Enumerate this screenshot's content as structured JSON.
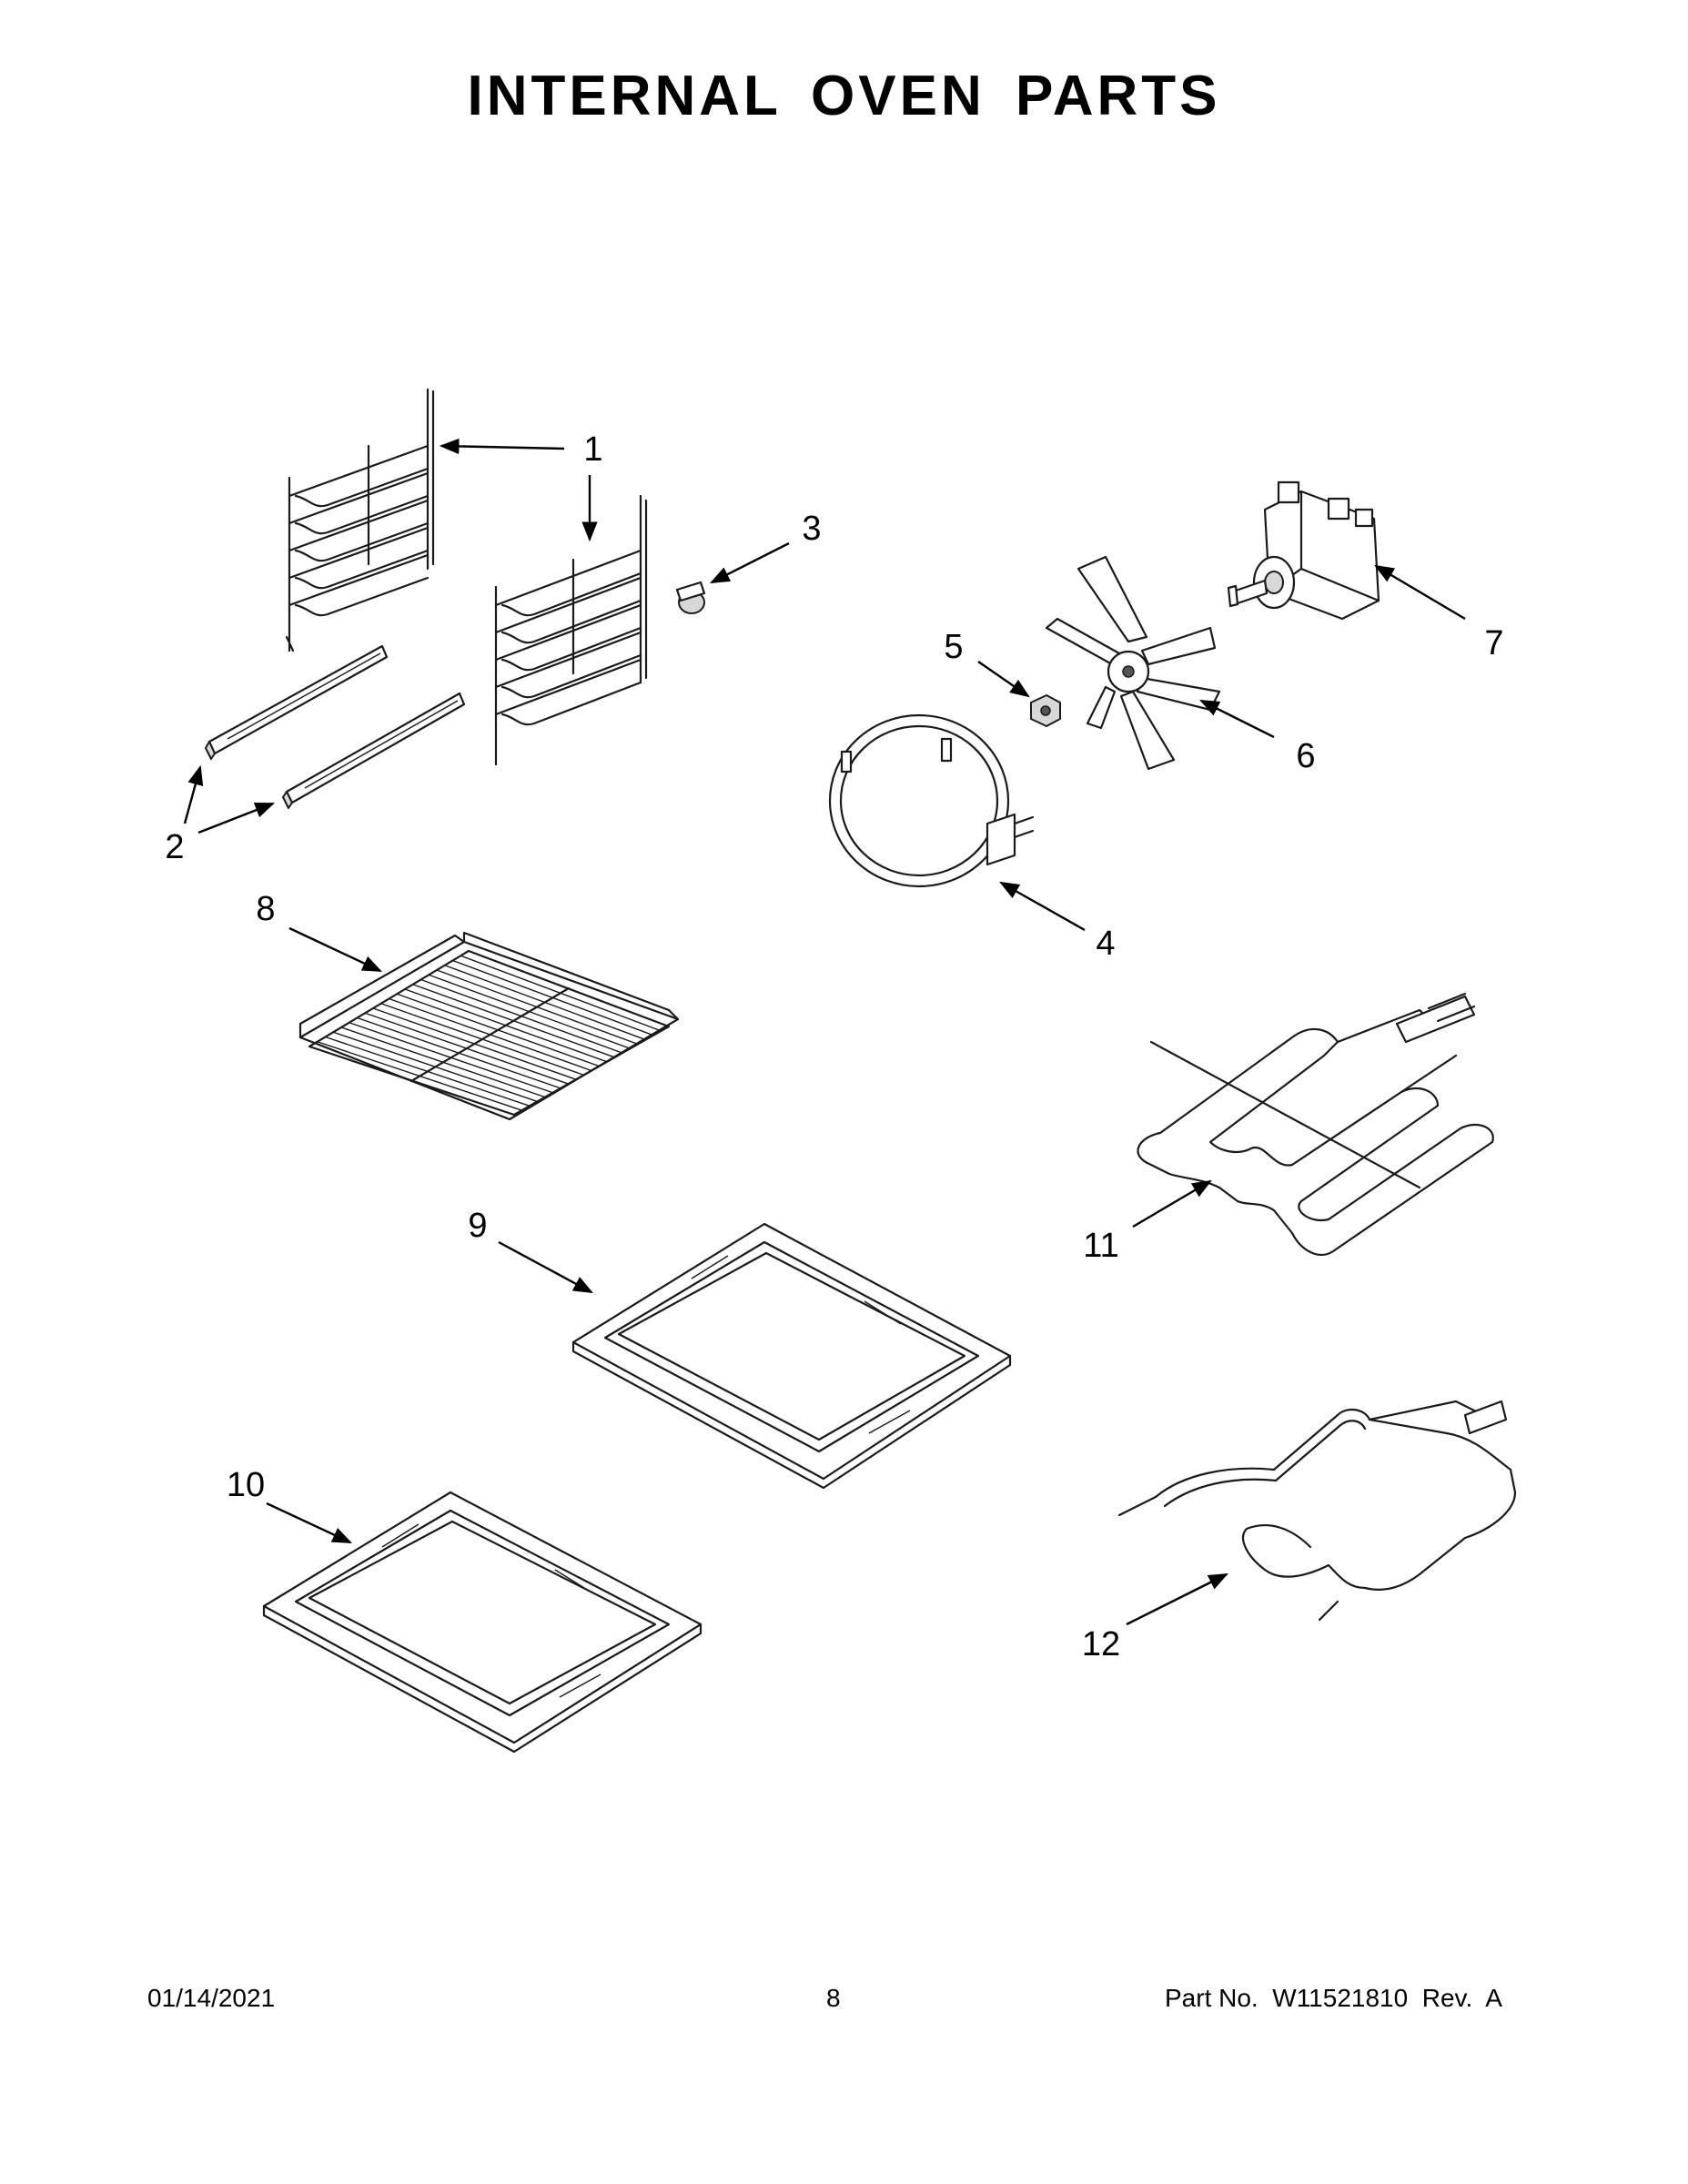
{
  "title": "INTERNAL OVEN PARTS",
  "callouts": [
    "1",
    "2",
    "3",
    "4",
    "5",
    "6",
    "7",
    "8",
    "9",
    "10",
    "11",
    "12"
  ],
  "footer": {
    "date": "01/14/2021",
    "page": "8",
    "part_no": "Part No.  W11521810  Rev.  A"
  }
}
